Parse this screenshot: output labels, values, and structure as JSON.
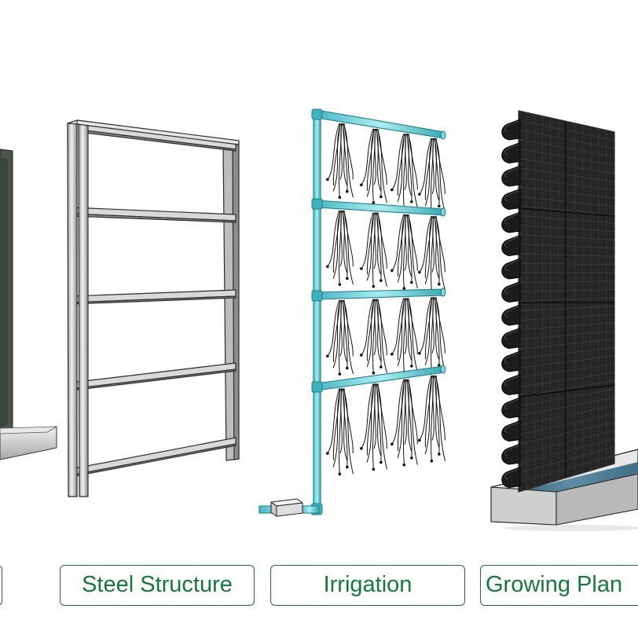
{
  "labels": {
    "left_edge": "",
    "steel_structure": "Steel Structure",
    "irrigation": "Irrigation",
    "growing_plant": "Growing Plan"
  },
  "colors": {
    "label_border": "#1f6b3f",
    "label_text": "#137a3c",
    "steel_light": "#e4e4e4",
    "steel_dark": "#8f8f8f",
    "pipe": "#7fd8e0",
    "pipe_dark": "#2a9aa6",
    "panel": "#262626",
    "panel_panel_dark": "#111111",
    "base_light": "#d8d8d8",
    "water": "#3e6e84"
  }
}
